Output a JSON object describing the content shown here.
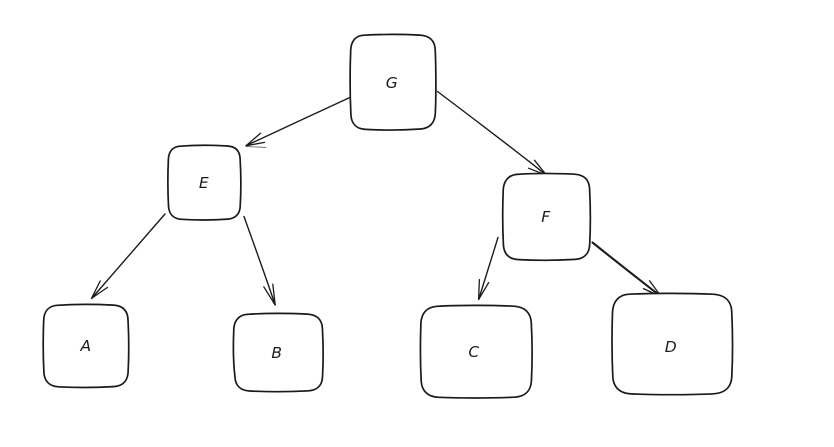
{
  "diagram": {
    "kind": "tree",
    "style": "hand-drawn-sketch",
    "background_color": "#ffffff",
    "stroke_color": "#1b1b1b",
    "nodes": {
      "G": {
        "label": "G"
      },
      "E": {
        "label": "E"
      },
      "F": {
        "label": "F"
      },
      "A": {
        "label": "A"
      },
      "B": {
        "label": "B"
      },
      "C": {
        "label": "C"
      },
      "D": {
        "label": "D"
      }
    },
    "edges": [
      {
        "from": "G",
        "to": "E"
      },
      {
        "from": "G",
        "to": "F"
      },
      {
        "from": "E",
        "to": "A"
      },
      {
        "from": "E",
        "to": "B"
      },
      {
        "from": "F",
        "to": "C"
      },
      {
        "from": "F",
        "to": "D"
      }
    ]
  }
}
